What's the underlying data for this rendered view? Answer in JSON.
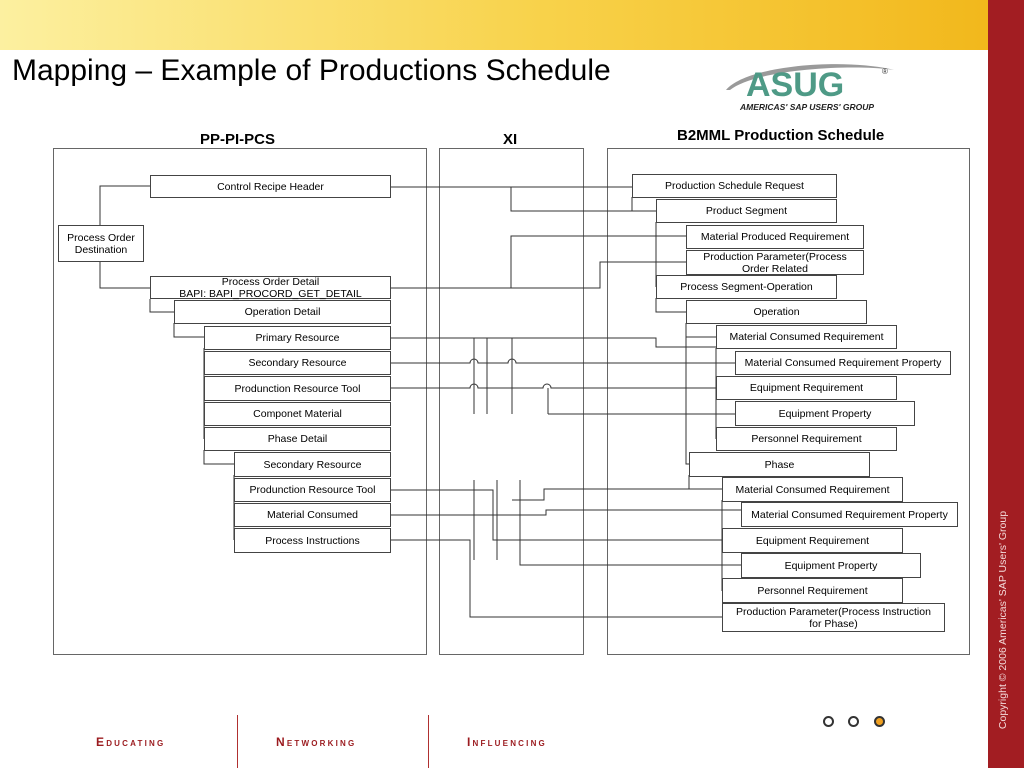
{
  "slide": {
    "title": "Mapping – Example of Productions Schedule",
    "copyright": "Copyright © 2006 Americas' SAP Users' Group"
  },
  "logo": {
    "text": "ASUG",
    "registered": "®",
    "tagline": "AMERICAS' SAP USERS' GROUP"
  },
  "columns": {
    "left": "PP-PI-PCS",
    "middle": "XI",
    "right": "B2MML Production Schedule"
  },
  "left_boxes": [
    "Control Recipe Header",
    "Process Order\nDestination",
    "Process Order Detail\nBAPI: BAPI_PROCORD_GET_DETAIL",
    "Operation Detail",
    "Primary Resource",
    "Secondary Resource",
    "Produnction Resource Tool",
    "Componet Material",
    "Phase Detail",
    "Secondary Resource",
    "Produnction Resource Tool",
    "Material Consumed",
    "Process Instructions"
  ],
  "right_boxes": [
    "Production Schedule Request",
    "Product Segment",
    "Material Produced Requirement",
    "Production Parameter(Process\nOrder Related",
    "Process Segment-Operation",
    "Operation",
    "Material Consumed Requirement",
    "Material Consumed Requirement Property",
    "Equipment Requirement",
    "Equipment Property",
    "Personnel Requirement",
    "Phase",
    "Material Consumed Requirement",
    "Material Consumed Requirement Property",
    "Equipment Requirement",
    "Equipment Property",
    "Personnel Requirement",
    "Production Parameter(Process Instruction\nfor Phase)"
  ],
  "footer": {
    "educating": "Educating",
    "networking": "Networking",
    "influencing": "Influencing"
  },
  "colors": {
    "accent_red": "#a21d22",
    "top_bar": "#f8d24a",
    "logo_green": "#4e9a86",
    "dot_active": "#f0a020"
  }
}
